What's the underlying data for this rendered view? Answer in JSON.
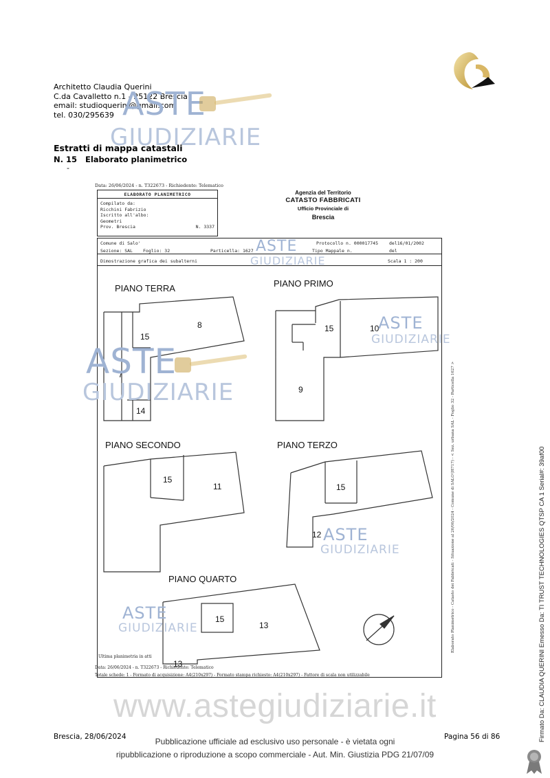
{
  "header": {
    "address_lines": [
      "Architetto Claudia Querini",
      "C.da Cavalletto n.1 - 25122 Brescia",
      "email: studioquerini@gmail.com",
      "tel. 030/295639"
    ]
  },
  "watermark": {
    "aste": "ASTE",
    "giudiziarie": "GIUDIZIARIE",
    "site": "www.astegiudiziarie.it"
  },
  "section": {
    "title": "Estratti di mappa catastali",
    "number": "N. 15",
    "subtitle": "Elaborato planimetrico",
    "dash": "-"
  },
  "scan": {
    "top_line": "Data: 26/06/2024 - n. T322673 - Richiedente: Telematico",
    "box_title": "ELABORATO PLANIMETRICO",
    "compilato_label": "Compilato da:",
    "compilato_name": "Ricchini Fabrizio",
    "iscritto_label": "Iscritto all'albo:",
    "iscritto_value": "Geometri",
    "prov_label": "Prov. Brescia",
    "prov_number": "N.  3337",
    "agency_1": "Agenzia del Territorio",
    "agency_2": "CATASTO FABBRICATI",
    "agency_3": "Ufficio Provinciale di",
    "agency_4": "Brescia",
    "comune": "Comune di Salo'",
    "protocollo": "Protocollo n. 000017745",
    "del_1": "del16/01/2002",
    "sezione": "Sezione: SAL",
    "foglio": "Foglio: 32",
    "particella": "Particella: 1627",
    "tipo_mappale": "Tipo Mappale n.",
    "del_2": "del",
    "dimostrazione": "Dimostrazione grafica dei subalterni",
    "scala": "Scala 1 : 200",
    "plans": {
      "terra": "PIANO TERRA",
      "primo": "PIANO PRIMO",
      "secondo": "PIANO SECONDO",
      "terzo": "PIANO TERZO",
      "quarto": "PIANO QUARTO"
    },
    "rooms": {
      "r8": "8",
      "r15a": "15",
      "r7": "7",
      "r14": "14",
      "r15b": "15",
      "r10": "10",
      "r9": "9",
      "r15c": "15",
      "r11": "11",
      "r15d": "15",
      "r12": "12",
      "r15e": "15",
      "r13a": "13",
      "r13b": "13"
    },
    "side_text": "Elaborato Planimetrico - Catasto dei Fabbricati - Situazione al 26/06/2024 - Comune di SALO'(H717) - < Sez. urbana SAL - Foglio 32 - Particella 1627 >",
    "ultima": "Ultima planimetria in atti",
    "bottom_line_1": "Data: 26/06/2024 - n. T322673 - Richiedente: Telematico",
    "bottom_line_2": "Totale schede: 1 - Formato di acquisizione: A4(210x297) - Formato stampa richiesto: A4(210x297) - Fattore di scala non utilizzabile"
  },
  "signature": "Firmato Da: CLAUDIA QUERINI Emesso Da: TI TRUST TECHNOLOGIES QTSP CA 1 Serial#: 39af00",
  "footer": {
    "date": "Brescia, 28/06/2024",
    "page": "Pagina 56 di 86",
    "notice_1": "Pubblicazione ufficiale ad esclusivo uso personale - è vietata ogni",
    "notice_2": "ripubblicazione o riproduzione a scopo commerciale - Aut. Min. Giustizia PDG 21/07/09"
  },
  "colors": {
    "watermark_blue": "#9fb3d3",
    "gold": "#c9a24a"
  }
}
